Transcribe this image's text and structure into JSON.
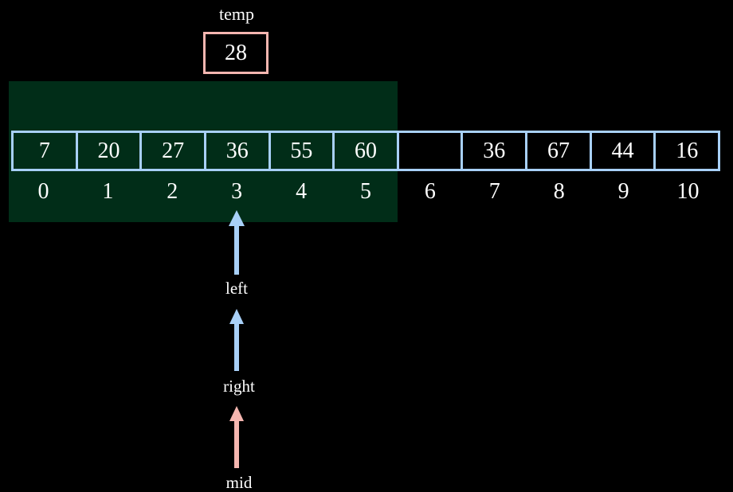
{
  "temp": {
    "label": "temp",
    "value": "28"
  },
  "array": {
    "cells": [
      "7",
      "20",
      "27",
      "36",
      "55",
      "60",
      "",
      "36",
      "67",
      "44",
      "16"
    ],
    "indices": [
      "0",
      "1",
      "2",
      "3",
      "4",
      "5",
      "6",
      "7",
      "8",
      "9",
      "10"
    ],
    "highlighted_indices": [
      0,
      1,
      2,
      3,
      4,
      5
    ]
  },
  "pointers": [
    {
      "label": "left",
      "color": "#a8d0f8",
      "target_index": 3
    },
    {
      "label": "right",
      "color": "#a8d0f8",
      "target_index": 3
    },
    {
      "label": "mid",
      "color": "#f5b6b0",
      "target_index": 3
    }
  ],
  "colors": {
    "background": "#000000",
    "cell_border": "#a8d0f8",
    "temp_border": "#f5b6b0",
    "highlight": "#012d18",
    "text": "#ffffff"
  }
}
